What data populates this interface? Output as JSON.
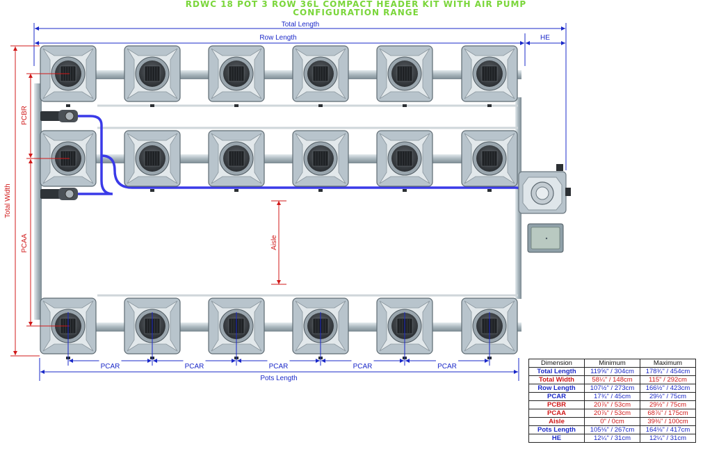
{
  "title": {
    "line1": "RDWC 18 Pot 3 Row 36L Compact Header Kit With Air Pump",
    "line2": "Configuration Range"
  },
  "labels": {
    "total_length": "Total Length",
    "row_length": "Row Length",
    "he": "HE",
    "pcbr": "PCBR",
    "total_width": "Total Width",
    "pcaa": "PCAA",
    "aisle": "Aisle",
    "pcar": "PCAR",
    "pots_length": "Pots Length"
  },
  "colors": {
    "title": "#7ad63a",
    "blue_dimension": "#1a28c8",
    "red_dimension": "#d01818",
    "air_line": "#3a3ae8",
    "pot": "#b8c4cc",
    "pipe": "#9aa9b2"
  },
  "table": {
    "headers": [
      "Dimension",
      "Minimum",
      "Maximum"
    ],
    "rows": [
      {
        "dimension": "Total Length",
        "minimum": "119⅝\" / 304cm",
        "maximum": "178¾\" / 454cm",
        "color": "blue"
      },
      {
        "dimension": "Total Width",
        "minimum": "58¼\" / 148cm",
        "maximum": "115\" / 292cm",
        "color": "red"
      },
      {
        "dimension": "Row Length",
        "minimum": "107½\" / 273cm",
        "maximum": "166½\" / 423cm",
        "color": "blue"
      },
      {
        "dimension": "PCAR",
        "minimum": "17¾\" / 45cm",
        "maximum": "29½\" / 75cm",
        "color": "blue"
      },
      {
        "dimension": "PCBR",
        "minimum": "20⅞\" / 53cm",
        "maximum": "29½\" / 75cm",
        "color": "red"
      },
      {
        "dimension": "PCAA",
        "minimum": "20⅞\" / 53cm",
        "maximum": "68⅞\" / 175cm",
        "color": "red"
      },
      {
        "dimension": "Aisle",
        "minimum": "0\" / 0cm",
        "maximum": "39⅜\" / 100cm",
        "color": "red"
      },
      {
        "dimension": "Pots Length",
        "minimum": "105⅛\" / 267cm",
        "maximum": "164⅛\" / 417cm",
        "color": "blue"
      },
      {
        "dimension": "HE",
        "minimum": "12¼\" / 31cm",
        "maximum": "12¼\" / 31cm",
        "color": "blue"
      }
    ]
  }
}
